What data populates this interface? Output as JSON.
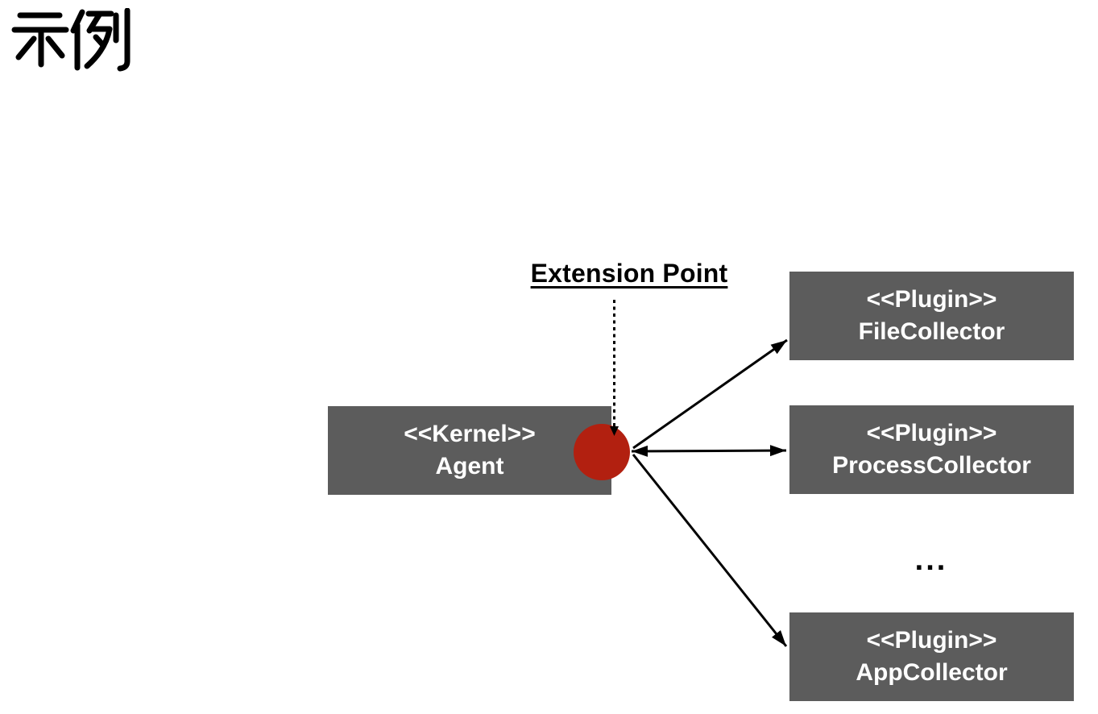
{
  "title": {
    "text": "示例"
  },
  "diagram": {
    "extension_point": {
      "label": "Extension Point"
    },
    "kernel": {
      "stereotype": "<<Kernel>>",
      "name": "Agent"
    },
    "plugins": [
      {
        "stereotype": "<<Plugin>>",
        "name": "FileCollector"
      },
      {
        "stereotype": "<<Plugin>>",
        "name": "ProcessCollector"
      },
      {
        "stereotype": "<<Plugin>>",
        "name": "AppCollector"
      }
    ],
    "ellipsis": "..."
  },
  "colors": {
    "background": "#FFFFFF",
    "box_fill": "#5C5C5C",
    "box_text": "#FFFFFF",
    "circle_fill": "#B22010",
    "line": "#000000",
    "title_text": "#000000"
  }
}
